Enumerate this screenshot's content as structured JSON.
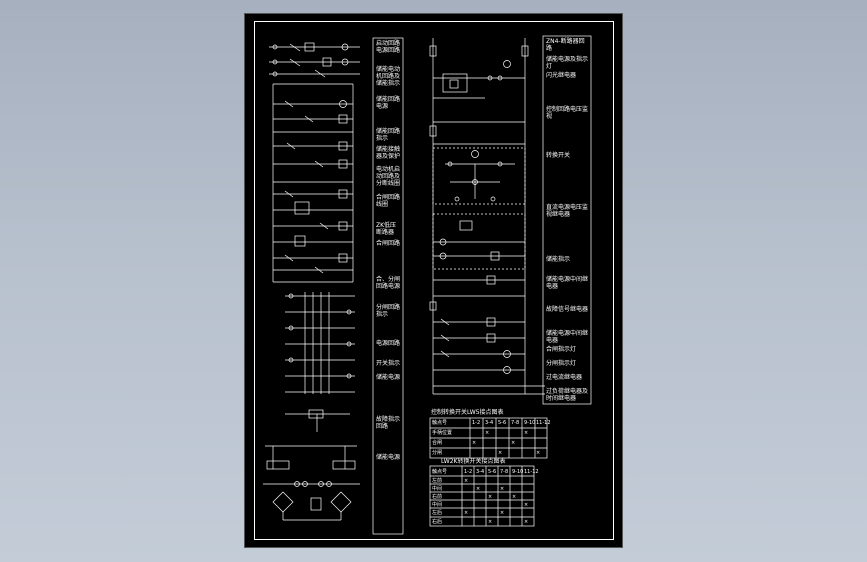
{
  "drawing": {
    "background_color": "#000000",
    "line_color": "#ffffff",
    "surround_color": "#aab3c1"
  },
  "mid_column": {
    "blocks": [
      {
        "text": "启动回路电源回路"
      },
      {
        "text": "储能电动机回路及储能指示"
      },
      {
        "text": "储能回路电源"
      },
      {
        "text": "储能回路指示"
      },
      {
        "text": "储能接触器及保护"
      },
      {
        "text": "电动机启动回路及分断线圈"
      },
      {
        "text": "合闸回路线圈"
      },
      {
        "text": "ZK低压断路器"
      },
      {
        "text": "合闸回路"
      },
      {
        "text": "合、分闸回路电源"
      },
      {
        "text": "分闸回路指示"
      },
      {
        "text": "电源回路"
      },
      {
        "text": "开关指示"
      },
      {
        "text": "储能电源"
      },
      {
        "text": "故障指示回路"
      },
      {
        "text": "储能电源"
      }
    ]
  },
  "right_column": {
    "blocks": [
      {
        "text": "ZN4-断路器回路"
      },
      {
        "text": "储能电源及指示灯"
      },
      {
        "text": "闪光继电器"
      },
      {
        "text": "控制回路电压监视"
      },
      {
        "text": "转换开关"
      },
      {
        "text": "直流电源电压监视继电器"
      },
      {
        "text": "储能指示"
      },
      {
        "text": "储能电源中间继电器"
      },
      {
        "text": "故障信号继电器"
      },
      {
        "text": "储能电源中间继电器"
      },
      {
        "text": "合闸指示灯"
      },
      {
        "text": "分闸指示灯"
      },
      {
        "text": "过电流继电器"
      },
      {
        "text": "过负荷继电器及时间继电器"
      }
    ]
  },
  "table1": {
    "title": "控制转换开关LW5接点图表",
    "rows": [
      [
        "触点号",
        "1-2",
        "3-4",
        "5-6",
        "7-8",
        "9-10",
        "11-12"
      ],
      [
        "手柄位置",
        "",
        "×",
        "",
        "",
        "×",
        ""
      ],
      [
        "合闸",
        "×",
        "",
        "",
        "×",
        "",
        ""
      ],
      [
        "分闸",
        "",
        "",
        "×",
        "",
        "",
        "×"
      ]
    ]
  },
  "table2": {
    "title": "LW2K转换开关接点图表",
    "rows": [
      [
        "触点号",
        "1-2",
        "3-4",
        "5-6",
        "7-8",
        "9-10",
        "11-12"
      ],
      [
        "左前",
        "×",
        "",
        "",
        "",
        "",
        ""
      ],
      [
        "中间",
        "",
        "×",
        "",
        "×",
        "",
        ""
      ],
      [
        "右前",
        "",
        "",
        "×",
        "",
        "×",
        ""
      ],
      [
        "中间",
        "",
        "",
        "",
        "",
        "",
        "×"
      ],
      [
        "左后",
        "×",
        "",
        "",
        "×",
        "",
        ""
      ],
      [
        "右后",
        "",
        "",
        "×",
        "",
        "",
        "×"
      ]
    ]
  }
}
